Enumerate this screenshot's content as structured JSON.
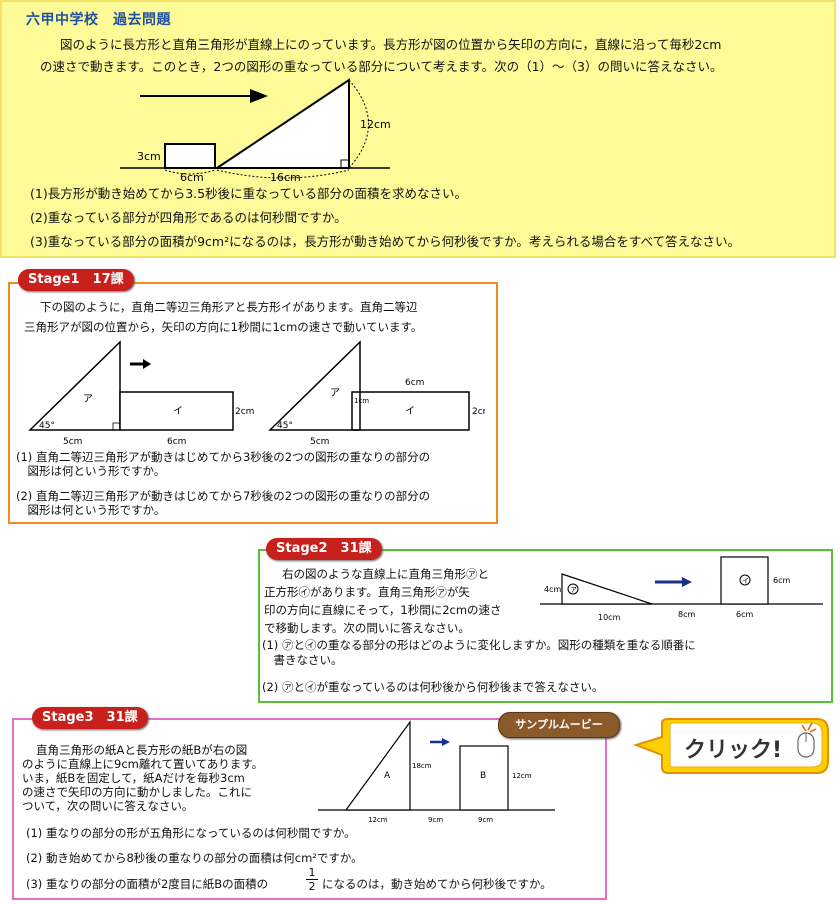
{
  "top": {
    "school": "六甲中学校　過去問題",
    "intro": [
      "図のように長方形と直角三角形が直線上にのっています。長方形が図の位置から矢印の方向に，直線に沿って毎秒2cm",
      "の速さで動きます。このとき，2つの図形の重なっている部分について考えます。次の（1）～（3）の問いに答えなさい。"
    ],
    "labels": {
      "rect_h": "3cm",
      "rect_w": "6cm",
      "tri_h": "12cm",
      "tri_base": "16cm"
    },
    "questions": [
      "(1)長方形が動き始めてから3.5秒後に重なっている部分の面積を求めなさい。",
      "(2)重なっている部分が四角形であるのは何秒間ですか。",
      "(3)重なっている部分の面積が9cm²になるのは，長方形が動き始めてから何秒後ですか。考えられる場合をすべて答えなさい。"
    ]
  },
  "stage1": {
    "tag": "Stage1　17課",
    "intro": [
      "下の図のように，直角二等辺三角形アと長方形イがあります。直角二等辺",
      "三角形アが図の位置から，矢印の方向に1秒間に1cmの速さで動いています。"
    ],
    "labels": {
      "a": "ア",
      "i": "イ",
      "angle": "45°",
      "base": "5cm",
      "rect_w": "6cm",
      "rect_h": "2cm",
      "overlap": "1cm",
      "top_w": "6cm"
    },
    "questions": [
      "(1) 直角二等辺三角形アが動きはじめてから3秒後の2つの図形の重なりの部分の",
      "　図形は何という形ですか。",
      "(2) 直角二等辺三角形アが動きはじめてから7秒後の2つの図形の重なりの部分の",
      "　図形は何という形ですか。"
    ]
  },
  "stage2": {
    "tag": "Stage2　31課",
    "intro": [
      "右の図のような直線上に直角三角形㋐と",
      "正方形㋑があります。直角三角形㋐が矢",
      "印の方向に直線にそって，1秒間に2cmの速さ",
      "で移動します。次の問いに答えなさい。"
    ],
    "labels": {
      "a": "ア",
      "i": "イ",
      "tri_h": "4cm",
      "tri_base": "10cm",
      "gap": "8cm",
      "sq_w": "6cm",
      "sq_h": "6cm"
    },
    "questions": [
      "(1) ㋐と㋑の重なる部分の形はどのように変化しますか。図形の種類を重なる順番に",
      "　書きなさい。",
      "(2) ㋐と㋑が重なっているのは何秒後から何秒後まで答えなさい。"
    ]
  },
  "stage3": {
    "tag": "Stage3　31課",
    "intro": [
      "直角三角形の紙Aと長方形の紙Bが右の図",
      "のように直線上に9cm離れて置いてあります。",
      "いま，紙Bを固定して，紙Aだけを毎秒3cm",
      "の速さで矢印の方向に動かしました。これに",
      "ついて，次の問いに答えなさい。"
    ],
    "labels": {
      "a": "A",
      "b": "B",
      "tri_h": "18cm",
      "tri_base": "12cm",
      "gap": "9cm",
      "rect_w": "9cm",
      "rect_h": "12cm"
    },
    "questions": [
      "(1) 重なりの部分の形が五角形になっているのは何秒間ですか。",
      "(2) 動き始めてから8秒後の重なりの部分の面積は何cm²ですか。",
      "(3) 重なりの部分の面積が2度目に紙Bの面積の",
      "になるのは，動き始めてから何秒後ですか。"
    ],
    "frac_num": "1",
    "frac_den": "2"
  },
  "sample_movie": "サンプルムービー",
  "click": "クリック!",
  "colors": {
    "stage1_border": "#f08c1e",
    "stage2_border": "#5bbf3a",
    "stage3_border": "#e070c8",
    "tag": "#c8201c",
    "yellow": "#fdfa98"
  }
}
